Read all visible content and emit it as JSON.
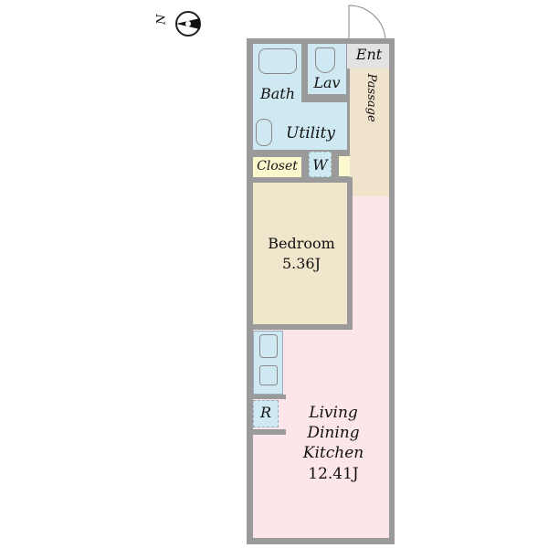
{
  "compass": {
    "north": "N"
  },
  "rooms": {
    "entrance": "Ent",
    "passage": "Passage",
    "bath": "Bath",
    "lavatory": "Lav",
    "utility": "Utility",
    "closet": "Closet",
    "washer": "W",
    "bedroom": "Bedroom",
    "bedroom_size": "5.36J",
    "refrigerator": "R",
    "ldk_line1": "Living",
    "ldk_line2": "Dining",
    "ldk_line3": "Kitchen",
    "ldk_size": "12.41J"
  },
  "colors": {
    "wet": "#cfe9f2",
    "bedroom": "#efe6cc",
    "ldk": "#fde6e9",
    "closet": "#fdf9cf",
    "entrance": "#e2e2e2",
    "wall": "#9a9a9a"
  }
}
